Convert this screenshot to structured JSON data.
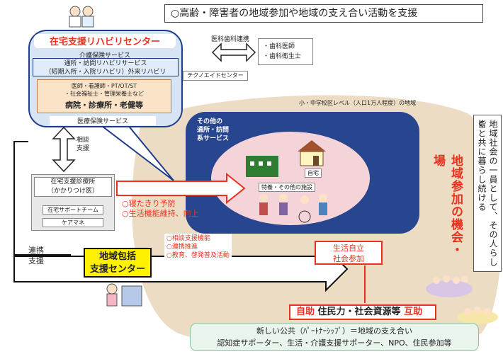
{
  "top_banner": "○高齢・障害者の地域参加や地域の支え合い活動を支援",
  "center": {
    "title": "在宅支援リハビリセンター",
    "care_service": "介護保険サービス",
    "rehab_line1": "通所・訪問リハビリサービス",
    "rehab_line2": "（短期入所・入院リハビリ）外来リハビリ",
    "staff_line1": "医師・看護師・PT/OT/ST",
    "staff_line2": "・社会福祉士・管理栄養士など",
    "hospital": "病院・診療所・老健等",
    "medical_service": "医療保険サービス"
  },
  "dental": {
    "link_label": "医科歯科連携",
    "item1": "・歯科医師",
    "item2": "・歯科衛生士"
  },
  "techno_aid": "テクノエイドセンター",
  "school_zone": "小・中学校区レベル（人口1万人程度）の地域",
  "other_services_l1": "その他の",
  "other_services_l2": "通所・訪問",
  "other_services_l3": "系サービス",
  "consult_l1": "相談",
  "consult_l2": "支援",
  "clinic_l1": "在宅支援診療所",
  "clinic_l2": "（かかりつけ医）",
  "support_team": "在宅サポートチーム",
  "care_manager": "ケアマネ",
  "prevention_l1": "○寝たきり予防",
  "prevention_l2": "○生活機能維持、向上",
  "facility_label": "特養・その他の施設",
  "home_label": "自宅",
  "participation_vertical": "地域参加の機会・場",
  "community_vertical_l1": "地域社会の一員として、その人らしく",
  "community_vertical_l2": "皆と共に暮らし続ける",
  "cooperation_l1": "連携",
  "cooperation_l2": "支援",
  "hub_l1": "地域包括",
  "hub_l2": "支援センター",
  "functions_l1": "○相談支援機能",
  "functions_l2": "○連携推進",
  "functions_l3": "○教育、啓発普及活動",
  "independence_l1": "生活自立",
  "independence_l2": "社会参加",
  "mutual_self": "自助",
  "mutual_mid": "住民力・社会資源等",
  "mutual_help": "互助",
  "public_l1": "新しい公共（ﾊﾟｰﾄﾅｰｼｯﾌﾟ）＝地域の支え合い",
  "public_l2": "認知症サポーター、生活・介護支援サポーター、NPO、住民参加等",
  "colors": {
    "navy": "#1e3c8c",
    "red": "#e8321e",
    "yellow": "#fff200",
    "beige": "#ecdcc4",
    "pink": "#f4d4d8"
  }
}
